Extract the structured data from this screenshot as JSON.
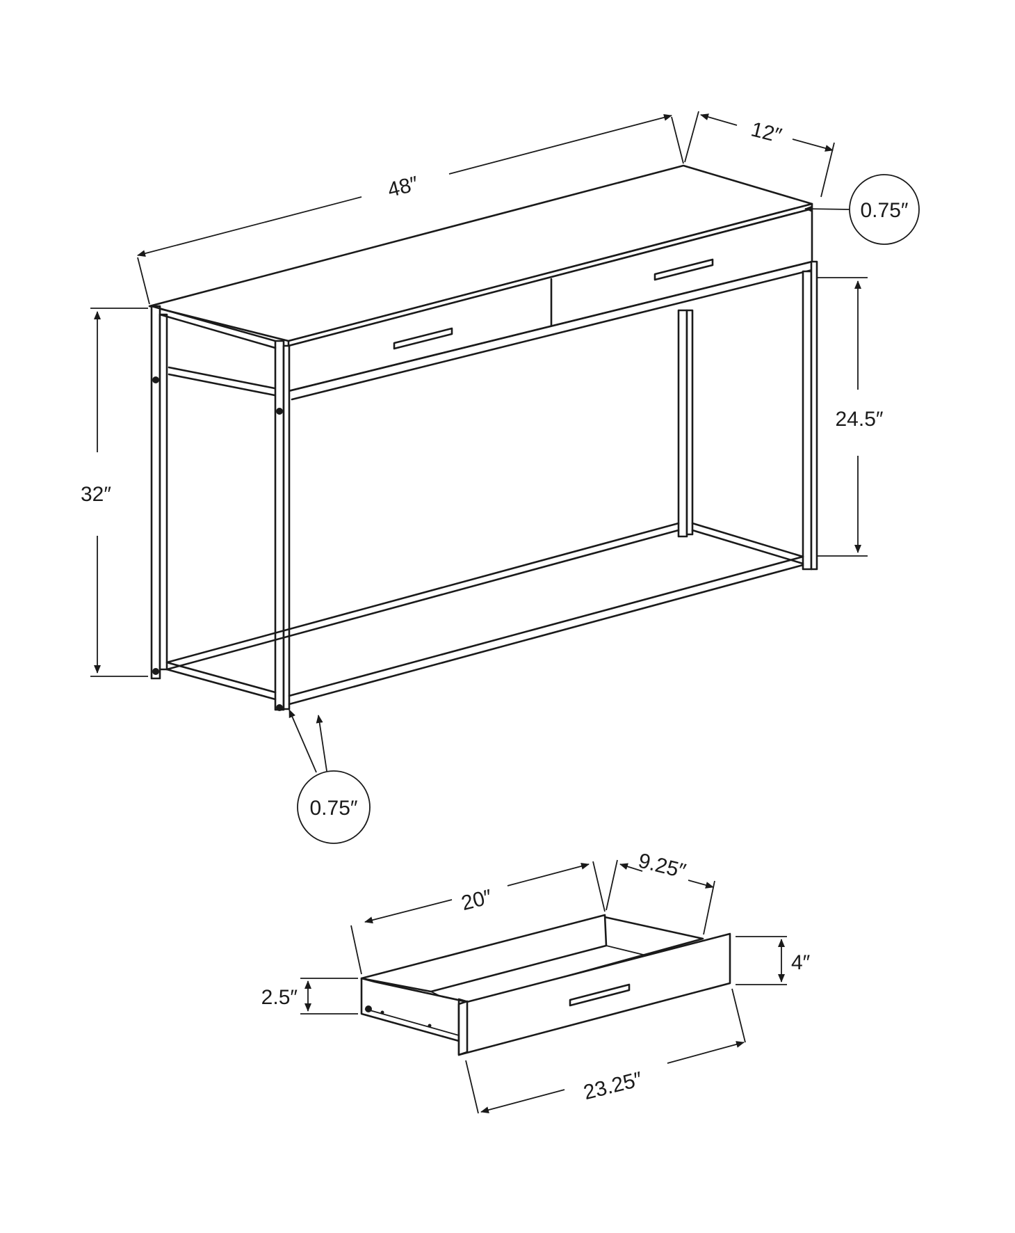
{
  "table": {
    "width": "48″",
    "depth": "12″",
    "height": "32″",
    "top_thickness": "0.75″",
    "shelf_clearance": "24.5″",
    "leg_thickness": "0.75″"
  },
  "drawer": {
    "inner_width": "20″",
    "inner_depth": "9.25″",
    "front_height": "4″",
    "side_height": "2.5″",
    "front_width": "23.25″"
  },
  "colors": {
    "line": "#1a1a1a",
    "background": "#ffffff"
  }
}
